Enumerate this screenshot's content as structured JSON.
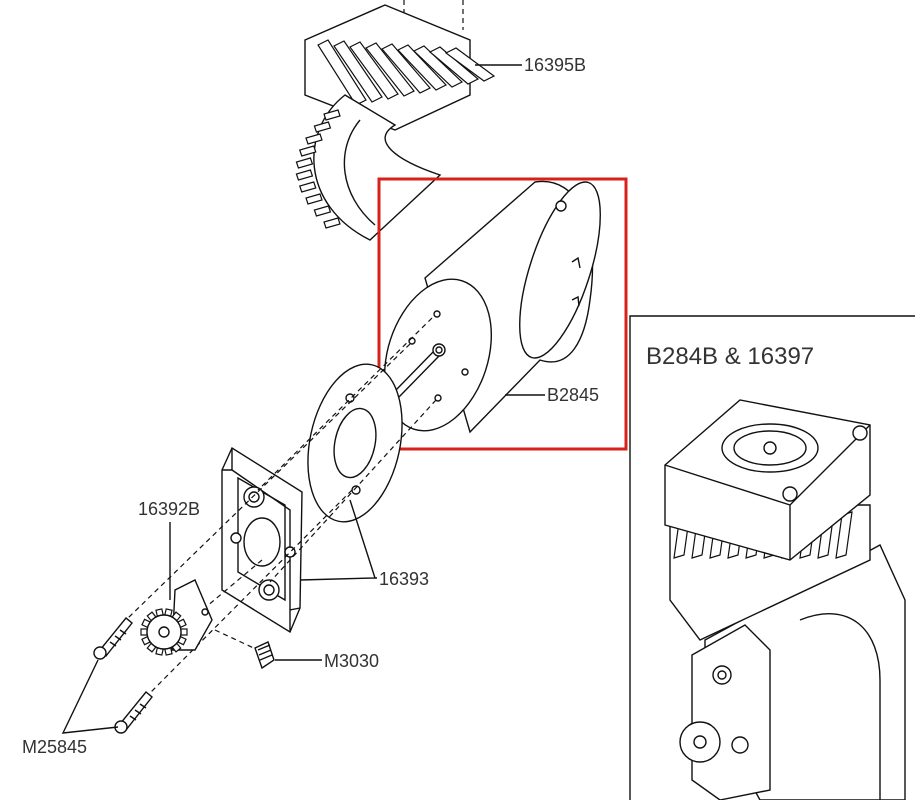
{
  "labels": {
    "heatsink": "16395B",
    "motor": "B2845",
    "pinion": "16392B",
    "mount": "16393",
    "set_screw": "M3030",
    "screws": "M25845"
  },
  "inset": {
    "title": "B284B & 16397"
  },
  "colors": {
    "highlight": "#d9211c",
    "line": "#111111",
    "text": "#333333",
    "background": "#ffffff"
  }
}
